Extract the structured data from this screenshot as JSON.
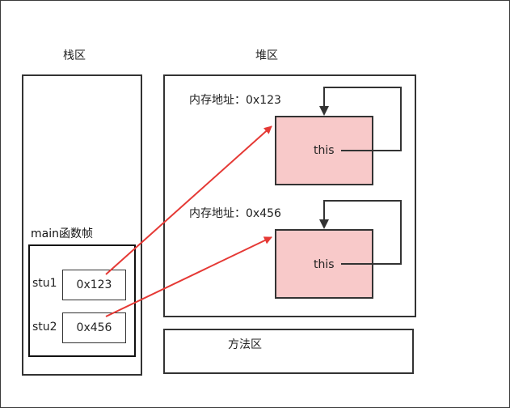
{
  "stack": {
    "title": "栈区"
  },
  "heap": {
    "title": "堆区"
  },
  "method_area": {
    "title": "方法区"
  },
  "main_frame": {
    "title": "main函数帧",
    "vars": [
      {
        "name": "stu1",
        "value": "0x123"
      },
      {
        "name": "stu2",
        "value": "0x456"
      }
    ]
  },
  "objects": [
    {
      "address_label": "内存地址：0x123",
      "field": "this"
    },
    {
      "address_label": "内存地址：0x456",
      "field": "this"
    }
  ],
  "colors": {
    "reference_arrow": "#e53935",
    "object_fill": "#f8c9c9",
    "border": "#333333"
  }
}
